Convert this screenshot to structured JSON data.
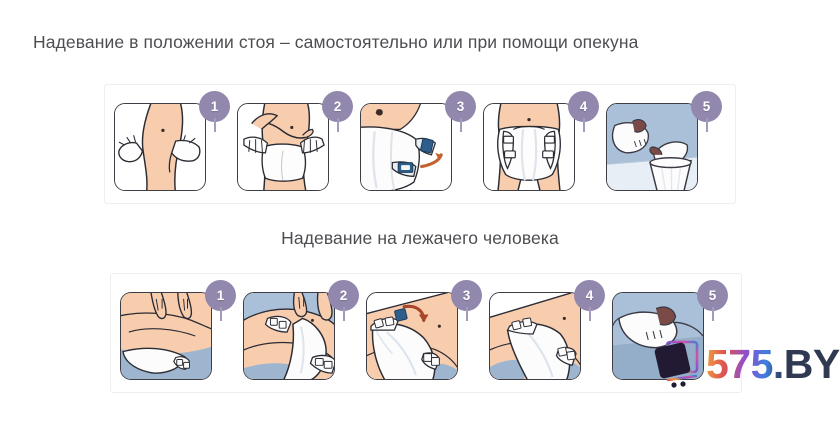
{
  "page": {
    "background": "#ffffff",
    "title_color": "#4d4d52"
  },
  "sections": [
    {
      "id": "standing",
      "title": "Надевание в положении стоя – самостоятельно или при помощи опекуна",
      "steps": [
        {
          "number": "1",
          "illustration": "hip-with-open-brief-icon",
          "scene_background": "#ffffff"
        },
        {
          "number": "2",
          "illustration": "pulling-brief-up-icon",
          "scene_background": "#ffffff"
        },
        {
          "number": "3",
          "illustration": "fastening-side-tabs-icon",
          "scene_background": "#ffffff"
        },
        {
          "number": "4",
          "illustration": "fitted-brief-front-icon",
          "scene_background": "#ffffff"
        },
        {
          "number": "5",
          "illustration": "disposal-in-bin-icon",
          "scene_background": "#a9c0d8"
        }
      ]
    },
    {
      "id": "lying",
      "title": "Надевание на лежачего человека",
      "steps": [
        {
          "number": "1",
          "illustration": "rolled-person-sliding-brief-icon",
          "scene_background": "#a9c0d8"
        },
        {
          "number": "2",
          "illustration": "brief-between-legs-icon",
          "scene_background": "#a9c0d8"
        },
        {
          "number": "3",
          "illustration": "closing-tab-arrow-icon",
          "scene_background": "#f6c7a8"
        },
        {
          "number": "4",
          "illustration": "tabs-secured-side-icon",
          "scene_background": "#f6c7a8"
        },
        {
          "number": "5",
          "illustration": "used-brief-rolled-icon",
          "scene_background": "#a9c0d8"
        }
      ]
    }
  ],
  "badge": {
    "color": "#9288ae",
    "text_color": "#ffffff"
  },
  "watermark": {
    "text": "575.BY",
    "mark_name": "shopping-bag-logo-icon",
    "mark_color": "#231a33"
  }
}
